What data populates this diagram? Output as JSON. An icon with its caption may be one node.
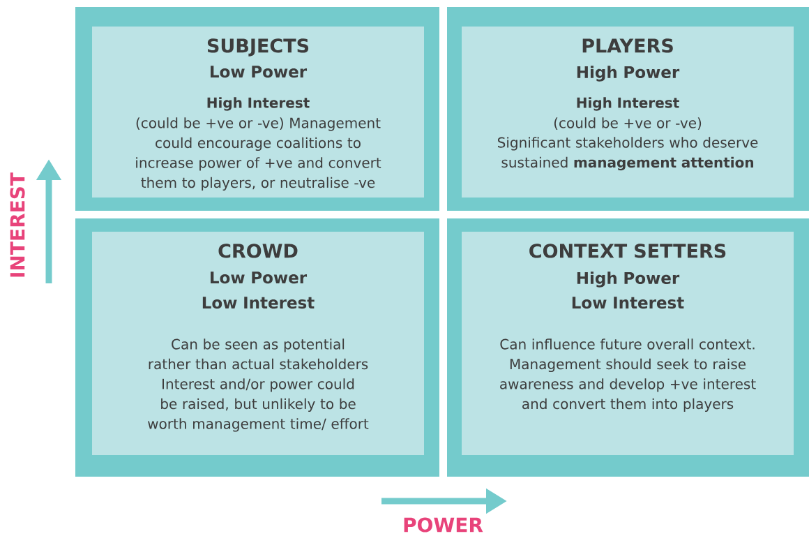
{
  "diagram": {
    "nodes": [
      {
        "text": [
          "SUBJECTS",
          "Low Power",
          "High Interest",
          "(could be +ve or -ve) Management could encourage coalitions to increase power of +ve and convert them to players, or neutralise -ve"
        ]
      },
      {
        "text": [
          "PLAYERS",
          "High Power",
          "High Interest",
          "(could be +ve or -ve)",
          "Significant stakeholders who deserve sustained **management attention**"
        ]
      },
      {
        "text": [
          "CROWD",
          "Low Power",
          "Low Interest",
          "Can be seen as potential rather than actual stakeholders",
          "Interest and/or power could be raised, but unlikely to be worth management time/ effort"
        ]
      },
      {
        "text": [
          "CONTEXT SETTERS",
          "High Power",
          "Low Interest",
          "Can influence future overall context. Management should seek to raise awareness and develop +ve interest and convert them into players"
        ]
      }
    ],
    "edges": [],
    "labels": [
      "INTEREST",
      "POWER"
    ]
  }
}
